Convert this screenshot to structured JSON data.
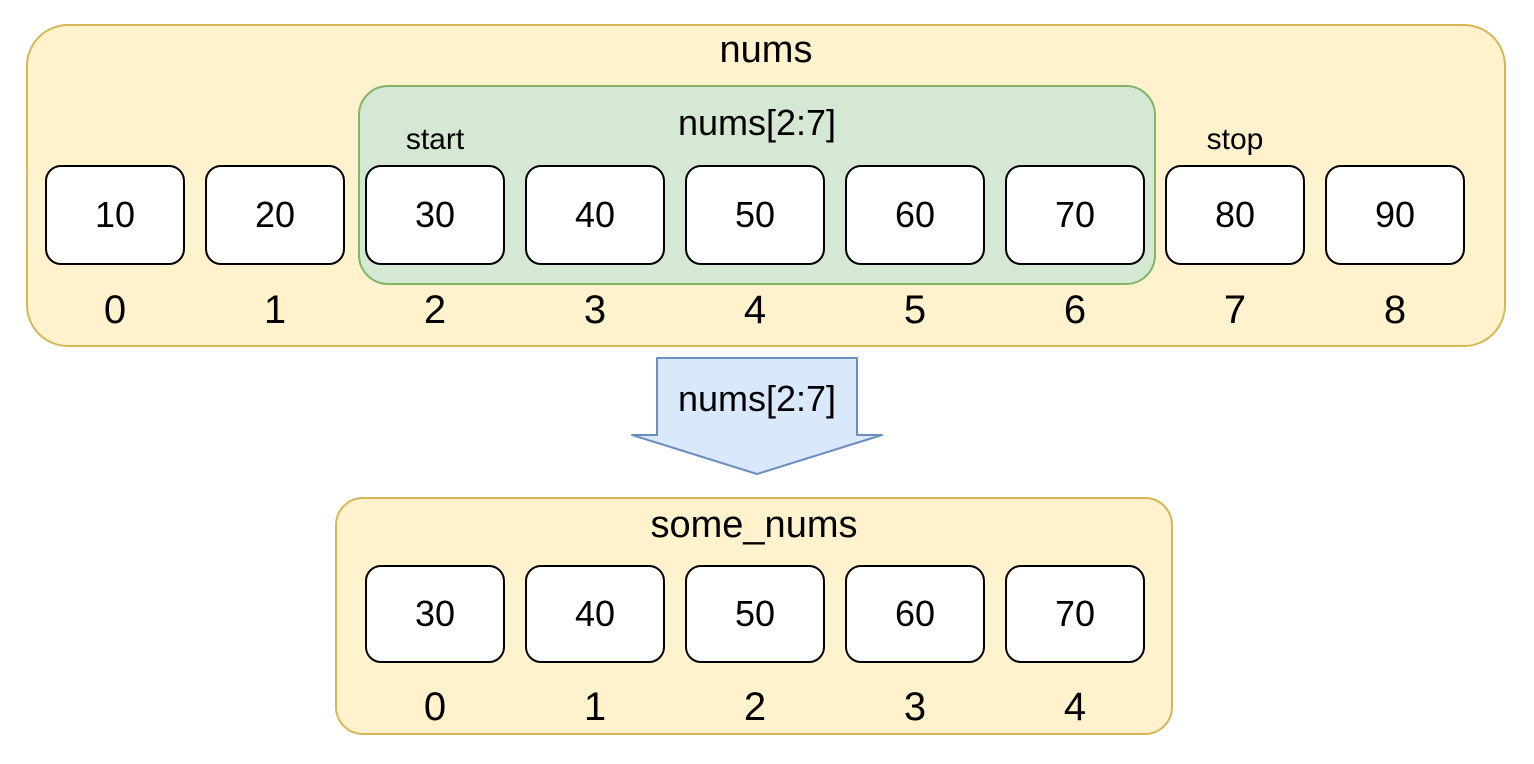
{
  "colors": {
    "container_fill": "#fff2cc",
    "container_stroke": "#d6b656",
    "slice_fill": "#d5e8d4",
    "slice_stroke": "#82b366",
    "arrow_fill": "#dae8fc",
    "arrow_stroke": "#6c8ebf",
    "cell_fill": "#ffffff",
    "cell_stroke": "#000000"
  },
  "top_list": {
    "title": "nums",
    "cells": [
      {
        "value": "10",
        "index": "0"
      },
      {
        "value": "20",
        "index": "1"
      },
      {
        "value": "30",
        "index": "2"
      },
      {
        "value": "40",
        "index": "3"
      },
      {
        "value": "50",
        "index": "4"
      },
      {
        "value": "60",
        "index": "5"
      },
      {
        "value": "70",
        "index": "6"
      },
      {
        "value": "80",
        "index": "7"
      },
      {
        "value": "90",
        "index": "8"
      }
    ]
  },
  "slice": {
    "label": "nums[2:7]",
    "start_label": "start",
    "stop_label": "stop"
  },
  "arrow": {
    "label": "nums[2:7]"
  },
  "bottom_list": {
    "title": "some_nums",
    "cells": [
      {
        "value": "30",
        "index": "0"
      },
      {
        "value": "40",
        "index": "1"
      },
      {
        "value": "50",
        "index": "2"
      },
      {
        "value": "60",
        "index": "3"
      },
      {
        "value": "70",
        "index": "4"
      }
    ]
  }
}
